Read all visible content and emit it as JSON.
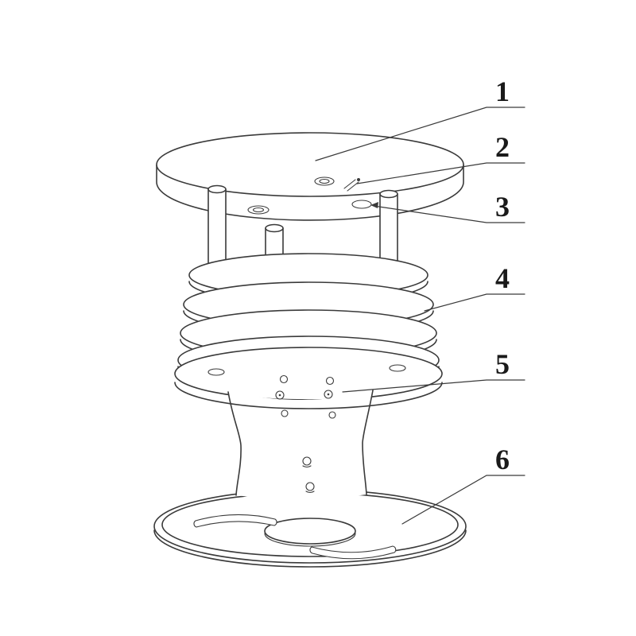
{
  "figure": {
    "background": "#ffffff",
    "ink": "#3a3a3a",
    "label_ink": "#1a1a1a"
  },
  "callouts": [
    {
      "label": "1"
    },
    {
      "label": "2"
    },
    {
      "label": "3"
    },
    {
      "label": "4"
    },
    {
      "label": "5"
    },
    {
      "label": "6"
    }
  ]
}
